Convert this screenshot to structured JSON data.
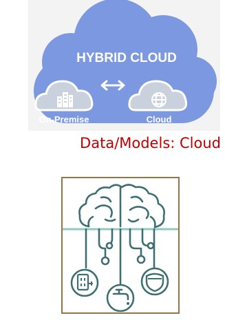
{
  "hybrid_cloud": {
    "title": "HYBRID CLOUD",
    "left_label": "On-Premise",
    "right_label": "Cloud",
    "cloud_color": "#7b98e0",
    "inner_cloud_color": "#c9d1dc"
  },
  "caption": {
    "text": "Data/Models: Cloud",
    "color": "#c00000"
  },
  "brain_panel": {
    "border_color": "#9a7344",
    "line_color": "#3f6e72",
    "horizon_color": "#8fc8c0"
  }
}
